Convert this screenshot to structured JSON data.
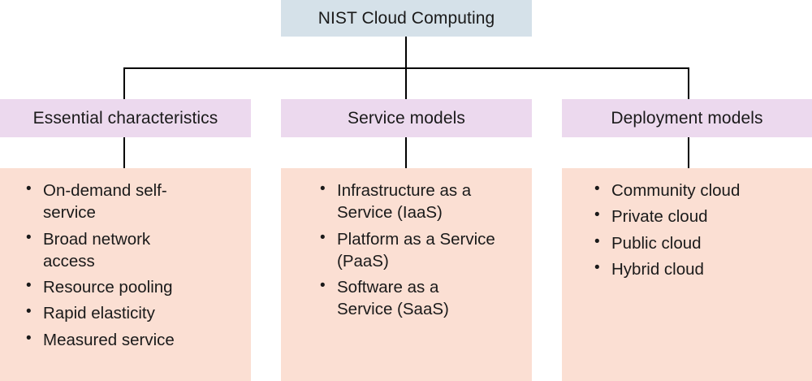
{
  "diagram": {
    "title": "NIST Cloud Computing",
    "colors": {
      "title_box": "#d5e1e9",
      "category_box": "#ecd9ee",
      "list_box": "#fbdfd3",
      "connector": "#000000",
      "text": "#1a1a1a"
    },
    "branches": [
      {
        "category": "Essential characteristics",
        "items": [
          "On-demand self-service",
          "Broad network access",
          "Resource pooling",
          "Rapid elasticity",
          "Measured service"
        ]
      },
      {
        "category": "Service models",
        "items": [
          "Infrastructure as a Service (IaaS)",
          "Platform as a Service (PaaS)",
          "Software as a Service (SaaS)"
        ]
      },
      {
        "category": "Deployment models",
        "items": [
          "Community cloud",
          "Private cloud",
          "Public cloud",
          "Hybrid cloud"
        ]
      }
    ]
  }
}
